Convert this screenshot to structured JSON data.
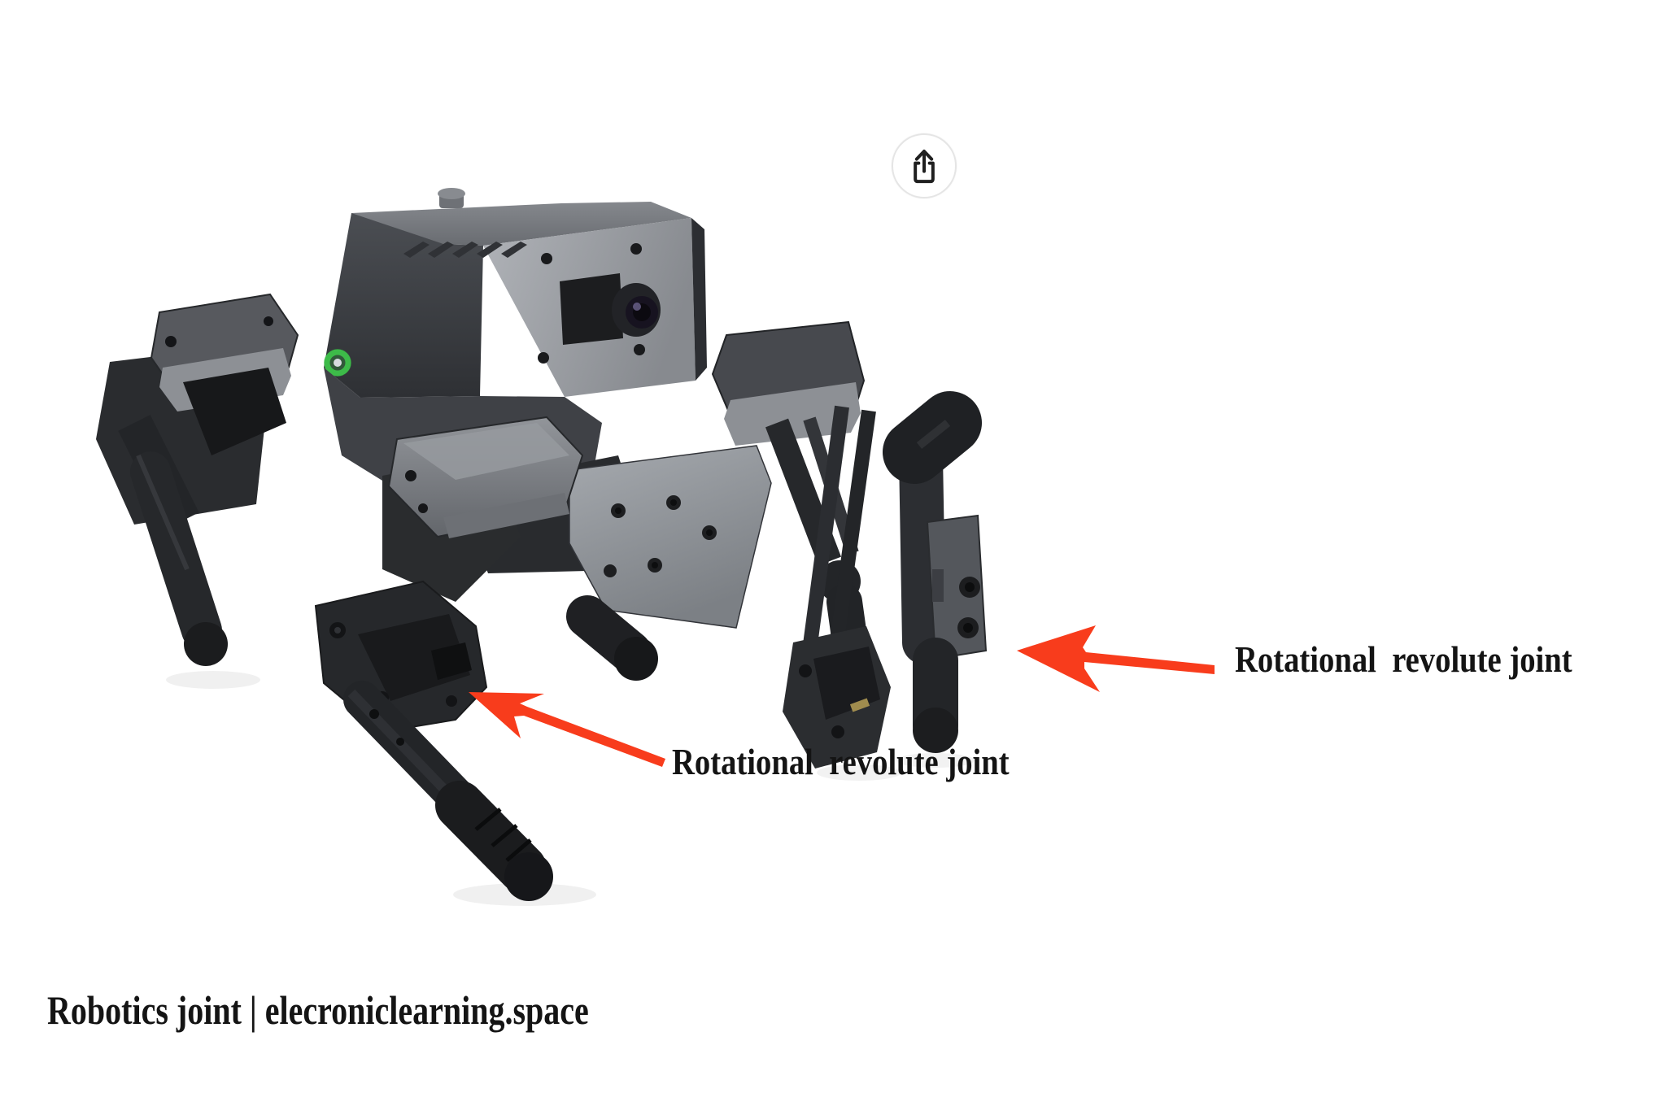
{
  "share": {
    "icon": "share-upload-icon"
  },
  "figure": {
    "subject": "quadruped-robot-dog-with-camera",
    "annotations": {
      "right_joint": {
        "label": "Rotational  revolute joint"
      },
      "left_joint": {
        "label": "Rotational  revolute joint"
      }
    }
  },
  "caption": "Robotics joint | elecroniclearning.space",
  "colors": {
    "bg": "#ffffff",
    "text": "#141414",
    "arrow": "#f83c1c",
    "ink": "#1f1f1f",
    "circle": "#e5e5e5",
    "led": "#3dbb49",
    "body_light": "#a0a3a8",
    "body_dark": "#3a3d42",
    "leg_black": "#1d1e20"
  }
}
